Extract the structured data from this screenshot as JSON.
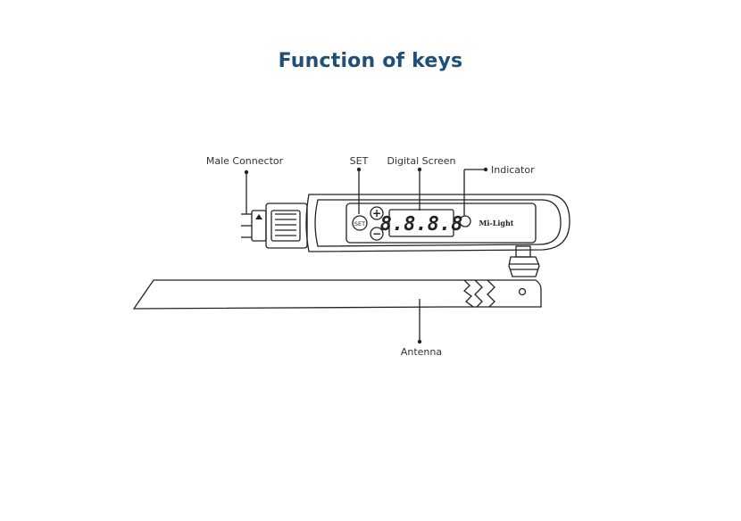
{
  "title": "Function of keys",
  "labels": {
    "male_connector": "Male Connector",
    "set": "SET",
    "digital_screen": "Digital Screen",
    "indicator": "Indicator",
    "antenna": "Antenna"
  },
  "device": {
    "set_button": "SET",
    "display": "8.8.8.8",
    "brand": "Mi-Light",
    "plus": "+",
    "minus": "−"
  },
  "colors": {
    "title": "#1f4e79",
    "line": "#222222"
  }
}
